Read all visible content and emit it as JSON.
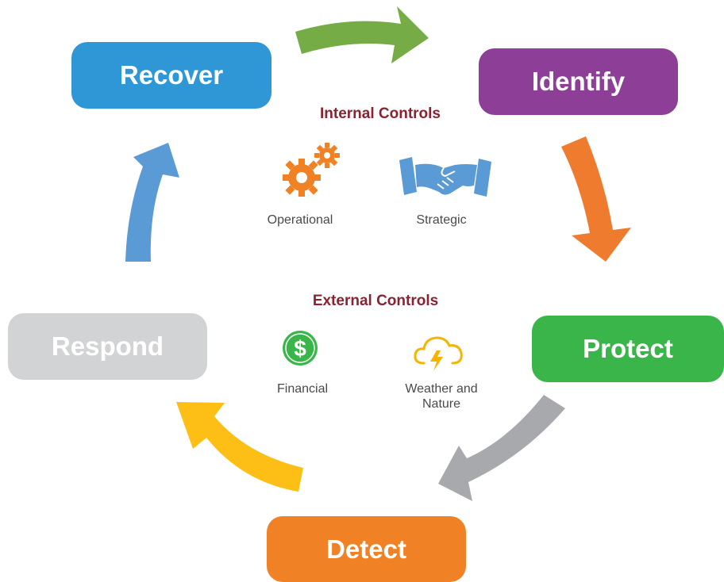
{
  "steps": {
    "recover": {
      "label": "Recover",
      "color": "#2f97d5"
    },
    "identify": {
      "label": "Identify",
      "color": "#8d3f97"
    },
    "protect": {
      "label": "Protect",
      "color": "#3ab54a"
    },
    "detect": {
      "label": "Detect",
      "color": "#f08124"
    },
    "respond": {
      "label": "Respond",
      "color": "#d1d3d4"
    }
  },
  "arrows": {
    "recover_to_identify": {
      "color": "#75ac45"
    },
    "identify_to_protect": {
      "color": "#ee7b2e"
    },
    "protect_to_detect": {
      "color": "#a7a9ac"
    },
    "detect_to_respond": {
      "color": "#fdbf16"
    },
    "respond_to_recover": {
      "color": "#5b9bd5"
    }
  },
  "internal_controls": {
    "title": "Internal Controls",
    "items": [
      {
        "label": "Operational",
        "icon": "gears-icon",
        "color": "#f08124"
      },
      {
        "label": "Strategic",
        "icon": "handshake-icon",
        "color": "#5b9bd5"
      }
    ]
  },
  "external_controls": {
    "title": "External Controls",
    "items": [
      {
        "label": "Financial",
        "icon": "dollar-icon",
        "color": "#3ab54a"
      },
      {
        "label": "Weather and\nNature",
        "icon": "storm-cloud-icon",
        "color": "#f4b400"
      }
    ]
  },
  "title_color": "#8b2232"
}
